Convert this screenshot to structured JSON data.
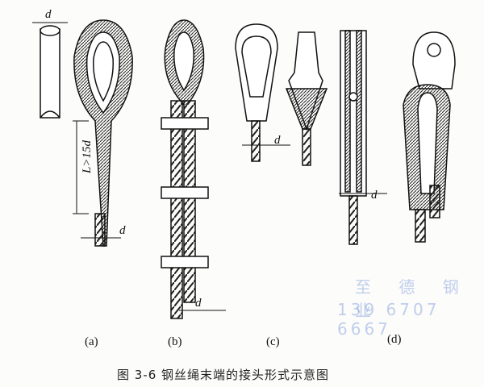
{
  "figure": {
    "caption": "图 3-6   钢丝绳末端的接头形式示意图",
    "panels": [
      {
        "label": "(a)"
      },
      {
        "label": "(b)"
      },
      {
        "label": "(c)"
      },
      {
        "label": "(d)"
      }
    ],
    "dimensions": {
      "d": "d",
      "length": "L>15d"
    }
  },
  "watermark": {
    "line1": "至 德 钢 业",
    "line2": "139 6707 6667"
  }
}
